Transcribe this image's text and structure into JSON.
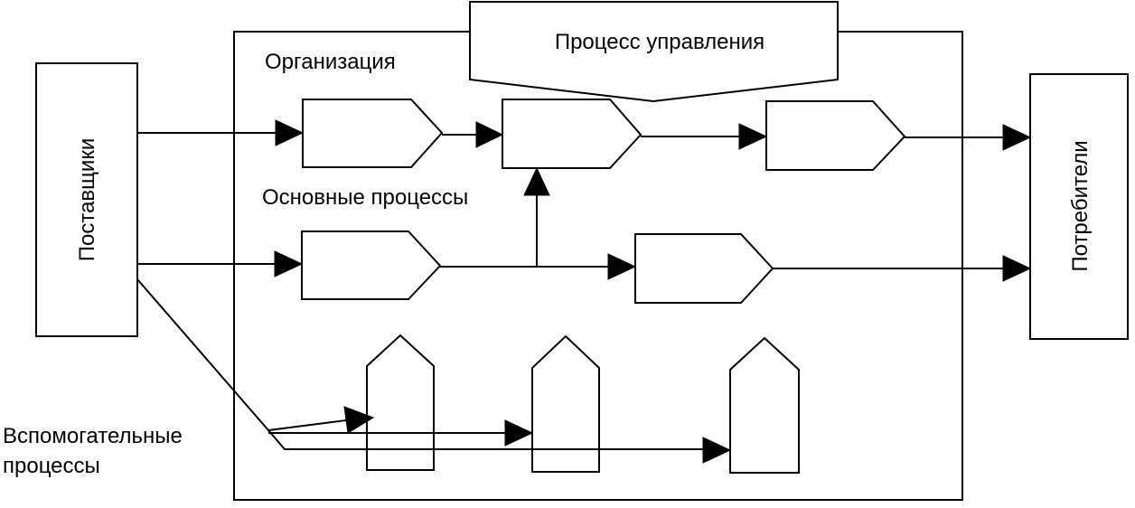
{
  "labels": {
    "suppliers": "Поставщики",
    "consumers": "Потребители",
    "organization": "Организация",
    "management_process": "Процесс управления",
    "main_processes": "Основные процессы",
    "support_processes_line1": "Вспомогательные",
    "support_processes_line2": "процессы"
  },
  "colors": {
    "stroke": "#000000",
    "fill": "#ffffff"
  }
}
